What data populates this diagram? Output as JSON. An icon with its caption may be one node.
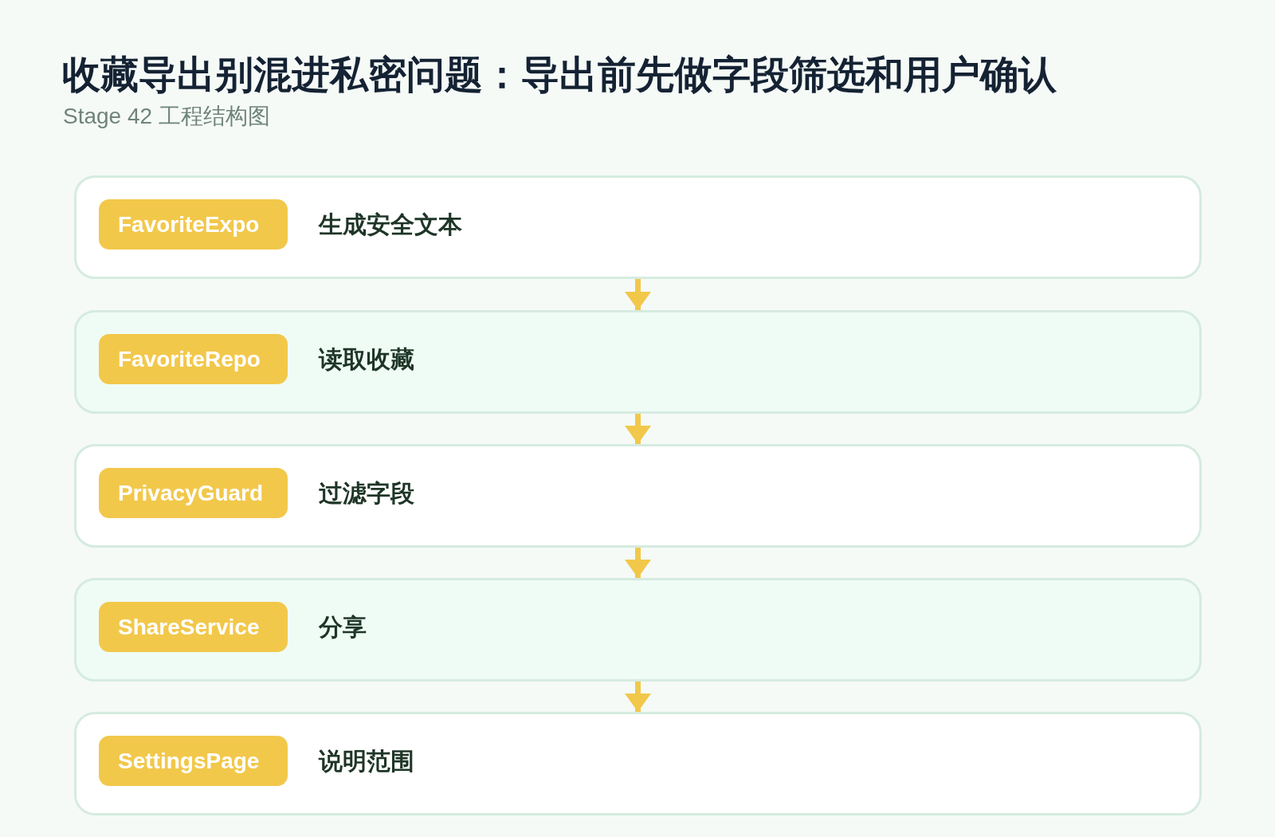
{
  "diagram": {
    "title": "收藏导出别混进私密问题：导出前先做字段筛选和用户确认",
    "nodes": [
      {
        "text": [
          "生成安全文本"
        ]
      },
      {
        "text": [
          "FavoriteExpo"
        ],
        "in": 0
      },
      {
        "text": [
          "读取收藏"
        ]
      },
      {
        "text": [
          "FavoriteRepo"
        ],
        "in": 2
      },
      {
        "text": [
          "过滤字段"
        ]
      },
      {
        "text": [
          "PrivacyGuard"
        ],
        "in": 4
      },
      {
        "text": [
          "分享"
        ]
      },
      {
        "text": [
          "ShareService"
        ],
        "in": 6
      },
      {
        "text": [
          "说明范围"
        ]
      },
      {
        "text": [
          "SettingsPage"
        ],
        "in": 8
      }
    ],
    "edges": [
      {
        "from": 0,
        "to": 2,
        "arrow": "to"
      },
      {
        "from": 2,
        "to": 4,
        "arrow": "to"
      },
      {
        "from": 4,
        "to": 6,
        "arrow": "to"
      },
      {
        "from": 6,
        "to": 8,
        "arrow": "to"
      }
    ],
    "labels": [
      "Stage 42 工程结构图"
    ]
  }
}
